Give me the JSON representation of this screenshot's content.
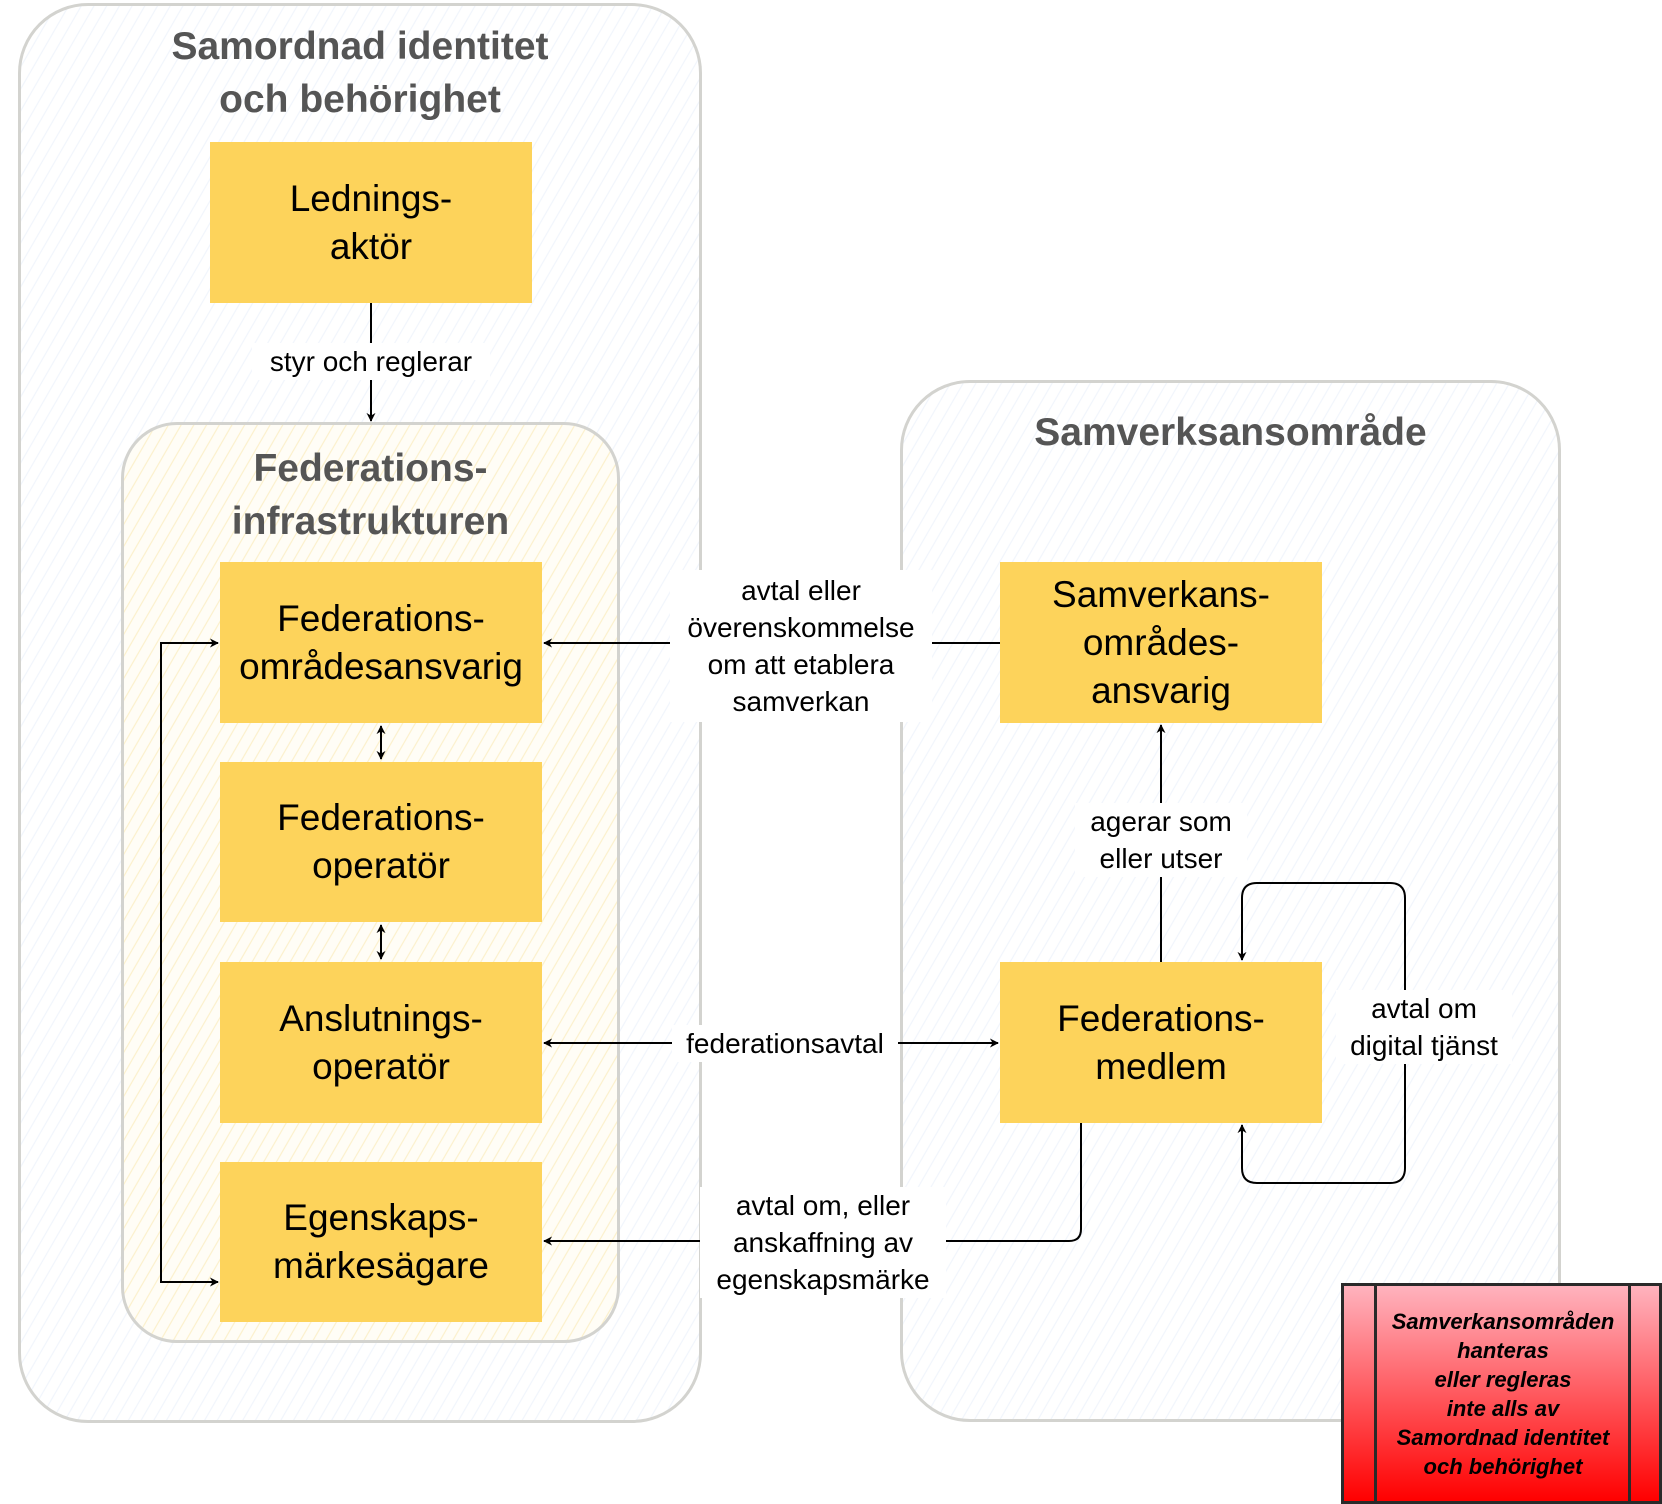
{
  "containers": {
    "samordnad": {
      "title": "Samordnad identitet\noch behörighet"
    },
    "federationsinfrastrukturen": {
      "title": "Federations-\ninfrastrukturen"
    },
    "samverkansomrade": {
      "title": "Samverksansområde"
    }
  },
  "nodes": {
    "ledningsaktor": "Lednings-\naktör",
    "federationsomradesansvarig": "Federations-\nområdesansvarig",
    "federationsoperator": "Federations-\noperatör",
    "anslutningsoperator": "Anslutnings-\noperatör",
    "egenskapsmarkesagare": "Egenskaps-\nmärkesägare",
    "samverkansomradesansvarig": "Samverkans-\nområdes-\nansvarig",
    "federationsmedlem": "Federations-\nmedlem"
  },
  "edges": {
    "styr_och_reglerar": "styr och reglerar",
    "avtal_eller_overenskommelse": "avtal eller\növerenskommelse\nom att etablera\nsamverkan",
    "federationsavtal": "federationsavtal",
    "avtal_om_egenskapsmarke": "avtal om, eller\nanskaffning av\negenskapsmärke",
    "agerar_som": "agerar som\neller utser",
    "avtal_om_digital_tjanst": "avtal om\ndigital tjänst"
  },
  "note": {
    "text": "Samverkansområden\nhanteras\neller regleras\ninte alls av\nSamordnad identitet\noch behörighet"
  },
  "colors": {
    "box_fill": "#fdd35b",
    "container_stroke": "#d3d3cf",
    "title_text": "#555555",
    "note_gradient_top": "#ffb3be",
    "note_gradient_bottom": "#ff0000",
    "note_border": "#2a2a2a"
  }
}
